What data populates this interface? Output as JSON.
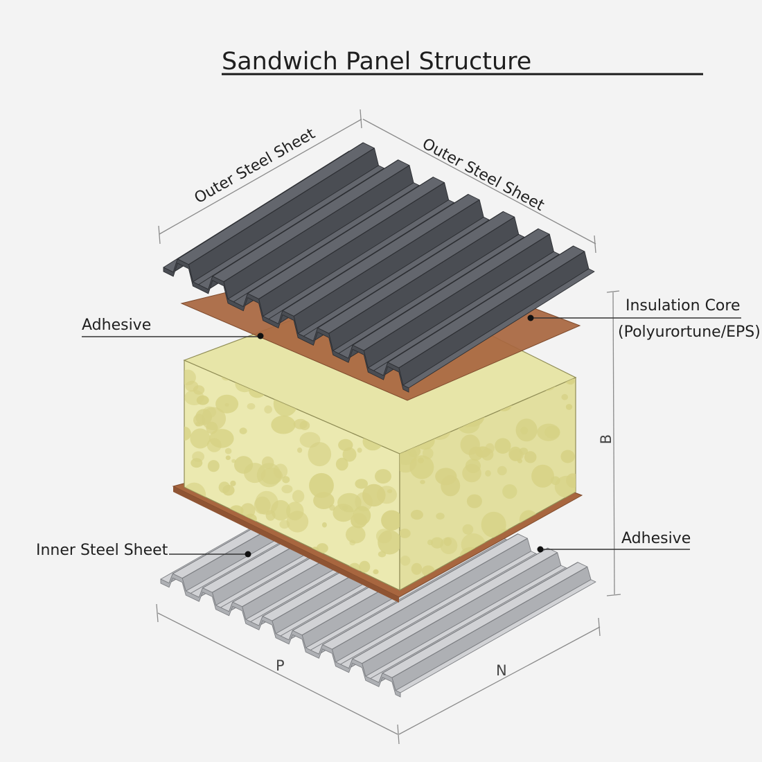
{
  "title": "Sandwich Panel Structure",
  "labels": {
    "outer_sheet_left": "Outer Steel Sheet",
    "outer_sheet_right": "Outer Steel Sheet",
    "insulation_line1": "Insulation Core",
    "insulation_line2": "(Polyurortune/EPS)",
    "adhesive_top": "Adhesive",
    "adhesive_bottom": "Adhesive",
    "inner_sheet": "Inner Steel Sheet"
  },
  "dimensions": {
    "height": "B",
    "length": "P",
    "width": "N"
  },
  "colors": {
    "outer_sheet": "#5e6168",
    "inner_sheet": "#c9cacd",
    "adhesive": "#a8663f",
    "foam_front": "#ebe9b0",
    "foam_side": "#e2df9f",
    "foam_spots": "#d8d388"
  }
}
